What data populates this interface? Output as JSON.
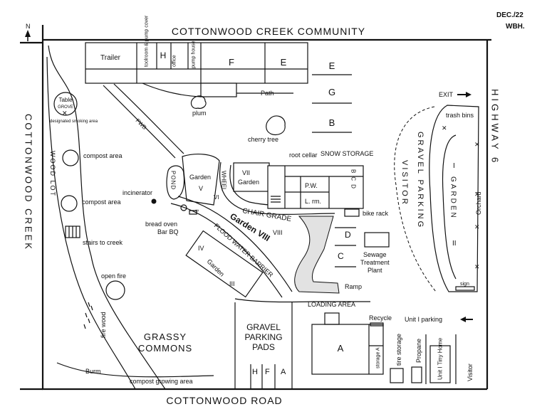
{
  "header": {
    "date": "DEC./22",
    "author": "WBH.",
    "north": "N"
  },
  "boundaries": {
    "top": "COTTONWOOD CREEK COMMUNITY",
    "bottom": "COTTONWOOD ROAD",
    "left": "COTTONWOOD CREEK",
    "right": "HIGHWAY 6"
  },
  "buildings": {
    "trailer": "Trailer",
    "h": "H",
    "toolroom": "toolroom & pump cover",
    "office": "office",
    "pump_house": "pump house",
    "f": "F",
    "e": "E",
    "a": "A",
    "storage_a": "storage A",
    "p_w": "P.W.",
    "l_rm": "L. rm."
  },
  "lots": {
    "e": "E",
    "g": "G",
    "b": "B",
    "d": "D",
    "c": "C"
  },
  "gardens": {
    "g1": "I",
    "g1_label": "GARDEN",
    "g2": "II",
    "g3": "III",
    "g4": "IV",
    "g4_label": "Garden",
    "g5": "V",
    "g5_label": "Garden",
    "g6": "VI",
    "g7": "VII",
    "g7_label": "Garden",
    "g8": "Garden VIII",
    "g8_b": "VIII",
    "orchard": "Orchard"
  },
  "labels": {
    "path": "Path",
    "plum": "plum",
    "cherry_tree": "cherry tree",
    "fwb": "FWB",
    "table": "Table",
    "grove": "GROVE",
    "smoking": "designated smoking area",
    "wood_lot": "WOOD LOT",
    "compost_area": "compost area",
    "compost_area_2": "compost area",
    "stairs": "stairs to creek",
    "open_fire": "open fire",
    "fire_wood": "fire wood",
    "grassy": "GRASSY",
    "commons": "COMMONS",
    "burm": "Burm",
    "compost_growing": "compost growing area",
    "incinerator": "incinerator",
    "pond": "POND",
    "bread_oven": "bread oven",
    "bar_bq": "Bar BQ",
    "wheel": "WHEEL",
    "chair_grade": "CHAIR GRADE",
    "flood_barrier": "FLOOD WATER BARRIER",
    "root_cellar": "root cellar",
    "snow_storage": "SNOW STORAGE",
    "bcd": "BCD",
    "bike_rack": "bike rack",
    "sewage_1": "Sewage",
    "sewage_2": "Treatment",
    "sewage_3": "Plant",
    "ramp": "Ramp",
    "loading_area": "LOADING AREA",
    "recycle": "Recycle",
    "unit_i_parking": "Unit I parking",
    "gravel_parking_pads_1": "GRAVEL",
    "gravel_parking_pads_2": "PARKING",
    "gravel_parking_pads_3": "PADS",
    "pad_h": "H",
    "pad_f": "F",
    "pad_a": "A",
    "tire_storage": "tire storage",
    "propane": "Propane",
    "tiny_home": "Unit I Tiny Home",
    "visitor": "Visitor",
    "visitor_gravel_parking_1": "VISITOR",
    "visitor_gravel_parking_2": "GRAVEL PARKING",
    "trash_bins": "trash bins",
    "exit": "EXIT",
    "sign": "sign"
  }
}
